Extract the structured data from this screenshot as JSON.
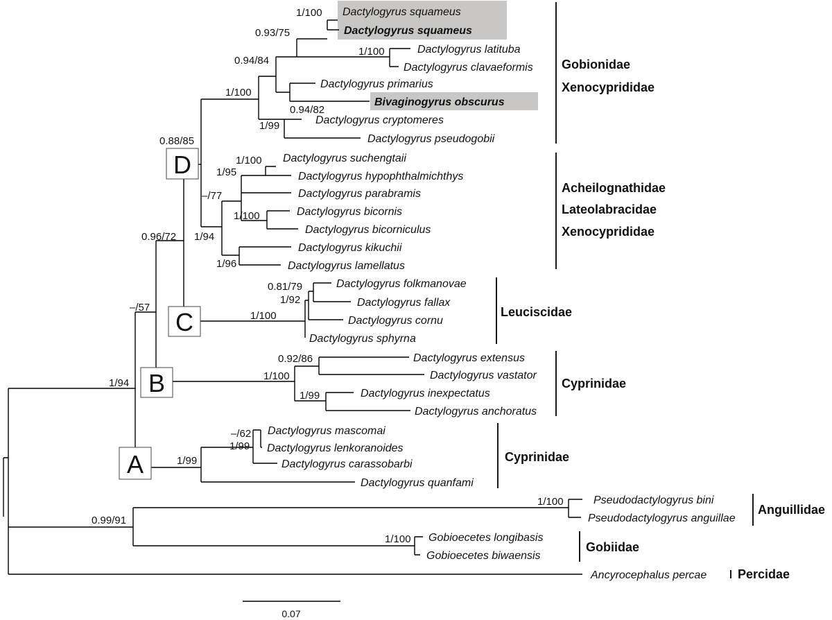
{
  "taxa": {
    "d_squameus_1": "Dactylogyrus squameus",
    "d_squameus_2": "Dactylogyrus squameus",
    "d_latituba": "Dactylogyrus latituba",
    "d_clavaeformis": "Dactylogyrus clavaeformis",
    "d_primarius": "Dactylogyrus primarius",
    "b_obscurus": "Bivaginogyrus obscurus",
    "d_cryptomeres": "Dactylogyrus cryptomeres",
    "d_pseudogobii": "Dactylogyrus pseudogobii",
    "d_suchengtaii": "Dactylogyrus suchengtaii",
    "d_hypophthalmichthys": "Dactylogyrus hypophthalmichthys",
    "d_parabramis": "Dactylogyrus parabramis",
    "d_bicornis": "Dactylogyrus bicornis",
    "d_bicorniculus": "Dactylogyrus bicorniculus",
    "d_kikuchii": "Dactylogyrus kikuchii",
    "d_lamellatus": "Dactylogyrus lamellatus",
    "d_folkmanovae": "Dactylogyrus folkmanovae",
    "d_fallax": "Dactylogyrus fallax",
    "d_cornu": "Dactylogyrus cornu",
    "d_sphyrna": "Dactylogyrus sphyrna",
    "d_extensus": "Dactylogyrus extensus",
    "d_vastator": "Dactylogyrus vastator",
    "d_inexpectatus": "Dactylogyrus inexpectatus",
    "d_anchoratus": "Dactylogyrus anchoratus",
    "d_mascomai": "Dactylogyrus mascomai",
    "d_lenkoranoides": "Dactylogyrus lenkoranoides",
    "d_carassobarbi": "Dactylogyrus carassobarbi",
    "d_quanfami": "Dactylogyrus quanfami",
    "p_bini": "Pseudodactylogyrus bini",
    "p_anguillae": "Pseudodactylogyrus anguillae",
    "g_longibasis": "Gobioecetes longibasis",
    "g_biwaensis": "Gobioecetes biwaensis",
    "a_percae": "Ancyrocephalus percae"
  },
  "support": {
    "n_squameus": "1/100",
    "n_gob_a": "0.93/75",
    "n_latituba": "1/100",
    "n_gob_b": "0.94/84",
    "n_gob_c": "1/100",
    "n_obscurus": "0.94/82",
    "n_crypto": "1/99",
    "n_D": "0.88/85",
    "n_such": "1/100",
    "n_such_b": "1/95",
    "n_ach": "–/77",
    "n_bicornis": "1/100",
    "n_kikuchii": "1/96",
    "n_ach_b": "1/94",
    "n_DC": "0.96/72",
    "n_folk": "0.81/79",
    "n_folk_b": "1/92",
    "n_C": "1/100",
    "n_BCD": "–/57",
    "n_ext": "0.92/86",
    "n_inex": "1/99",
    "n_B": "1/100",
    "n_ABCD": "1/94",
    "n_masc": "–/62",
    "n_masc_b": "1/99",
    "n_A": "1/99",
    "n_pseudo": "1/100",
    "n_gobio": "1/100",
    "n_out": "0.99/91"
  },
  "clades": {
    "A": "A",
    "B": "B",
    "C": "C",
    "D": "D"
  },
  "families": {
    "gobionidae": "Gobionidae",
    "xenocyprididae_1": "Xenocyprididae",
    "acheilognathidae": "Acheilognathidae",
    "lateolabracidae": "Lateolabracidae",
    "xenocyprididae_2": "Xenocyprididae",
    "leuciscidae": "Leuciscidae",
    "cyprinidae_1": "Cyprinidae",
    "cyprinidae_2": "Cyprinidae",
    "anguillidae": "Anguillidae",
    "gobiidae": "Gobiidae",
    "percidae": "Percidae"
  },
  "scale_bar": {
    "label": "0.07"
  },
  "colors": {
    "highlight": "#c9c7c5",
    "branch": "#000000"
  }
}
